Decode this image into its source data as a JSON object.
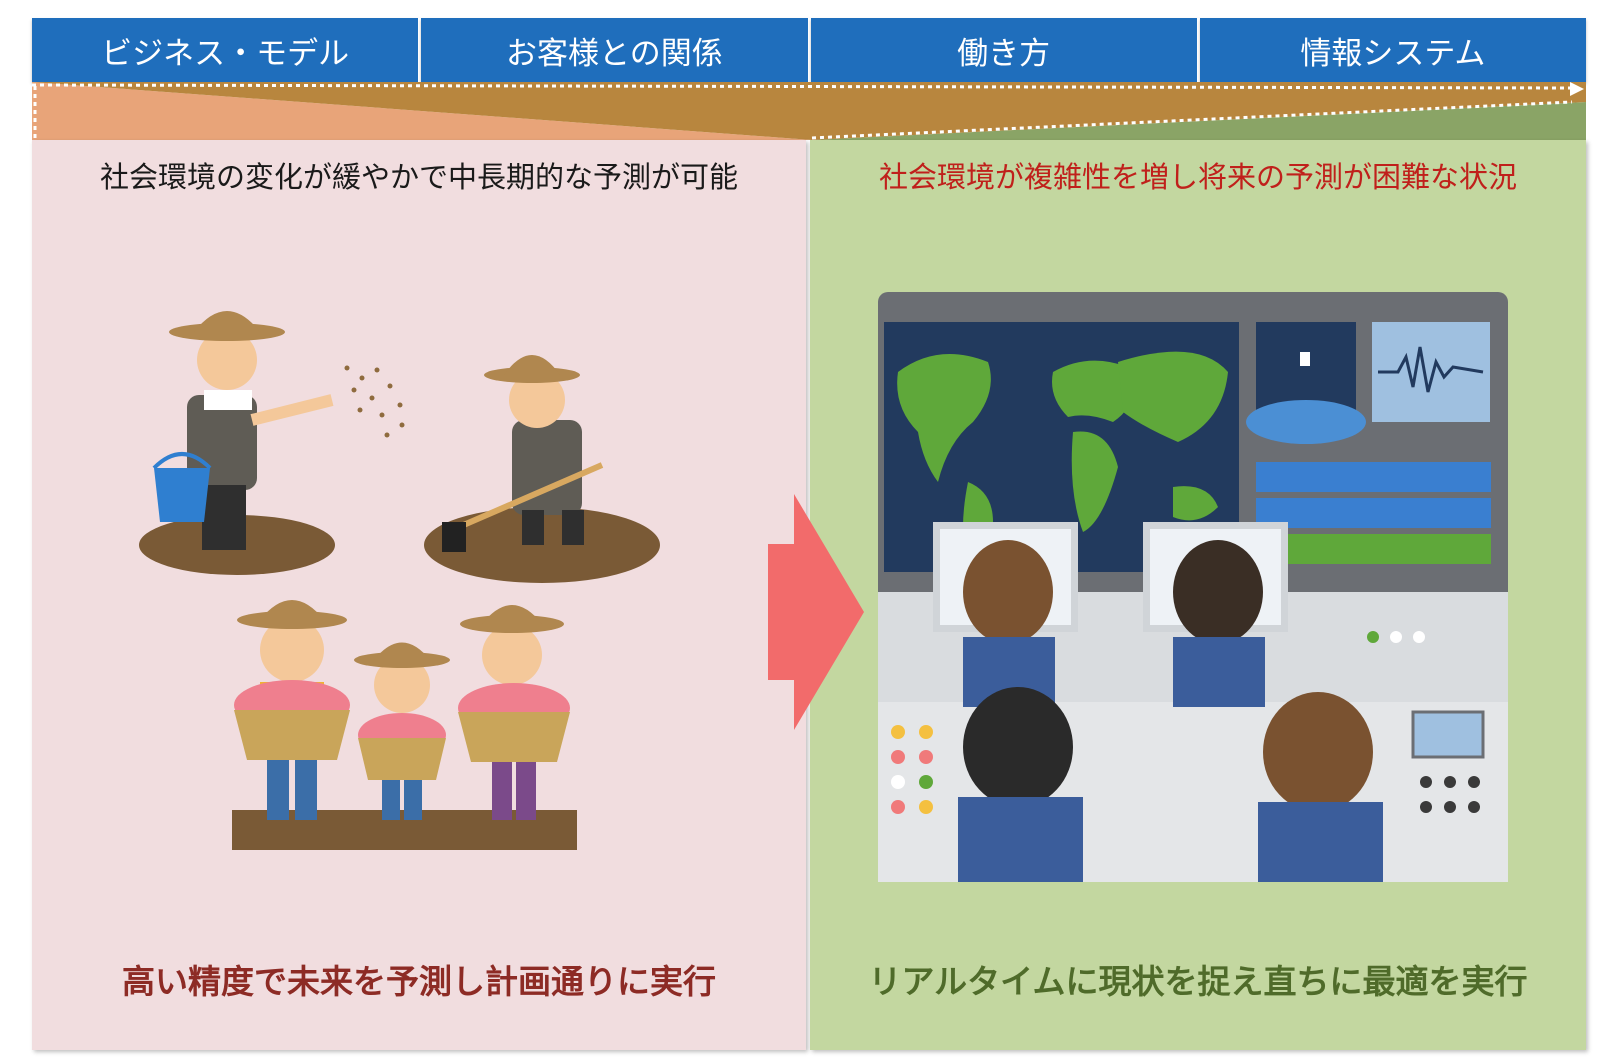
{
  "header": {
    "tabs": [
      {
        "label": "ビジネス・モデル"
      },
      {
        "label": "お客様との関係"
      },
      {
        "label": "働き方"
      },
      {
        "label": "情報システム"
      }
    ]
  },
  "left": {
    "caption": "社会環境の変化が緩やかで中長期的な予測が可能",
    "footer": "高い精度で未来を予測し計画通りに実行"
  },
  "right": {
    "caption": "社会環境が複雑性を増し将来の予測が困難な状況",
    "footer": "リアルタイムに現状を捉え直ちに最適を実行"
  },
  "colors": {
    "header_blue": "#1f6ebc",
    "left_panel": "#f1dddf",
    "right_panel": "#c3d7a0",
    "arrow": "#f26b6b",
    "caption_red": "#c0201b",
    "footer_left": "#8d2b25",
    "footer_right": "#4f6b2a"
  }
}
